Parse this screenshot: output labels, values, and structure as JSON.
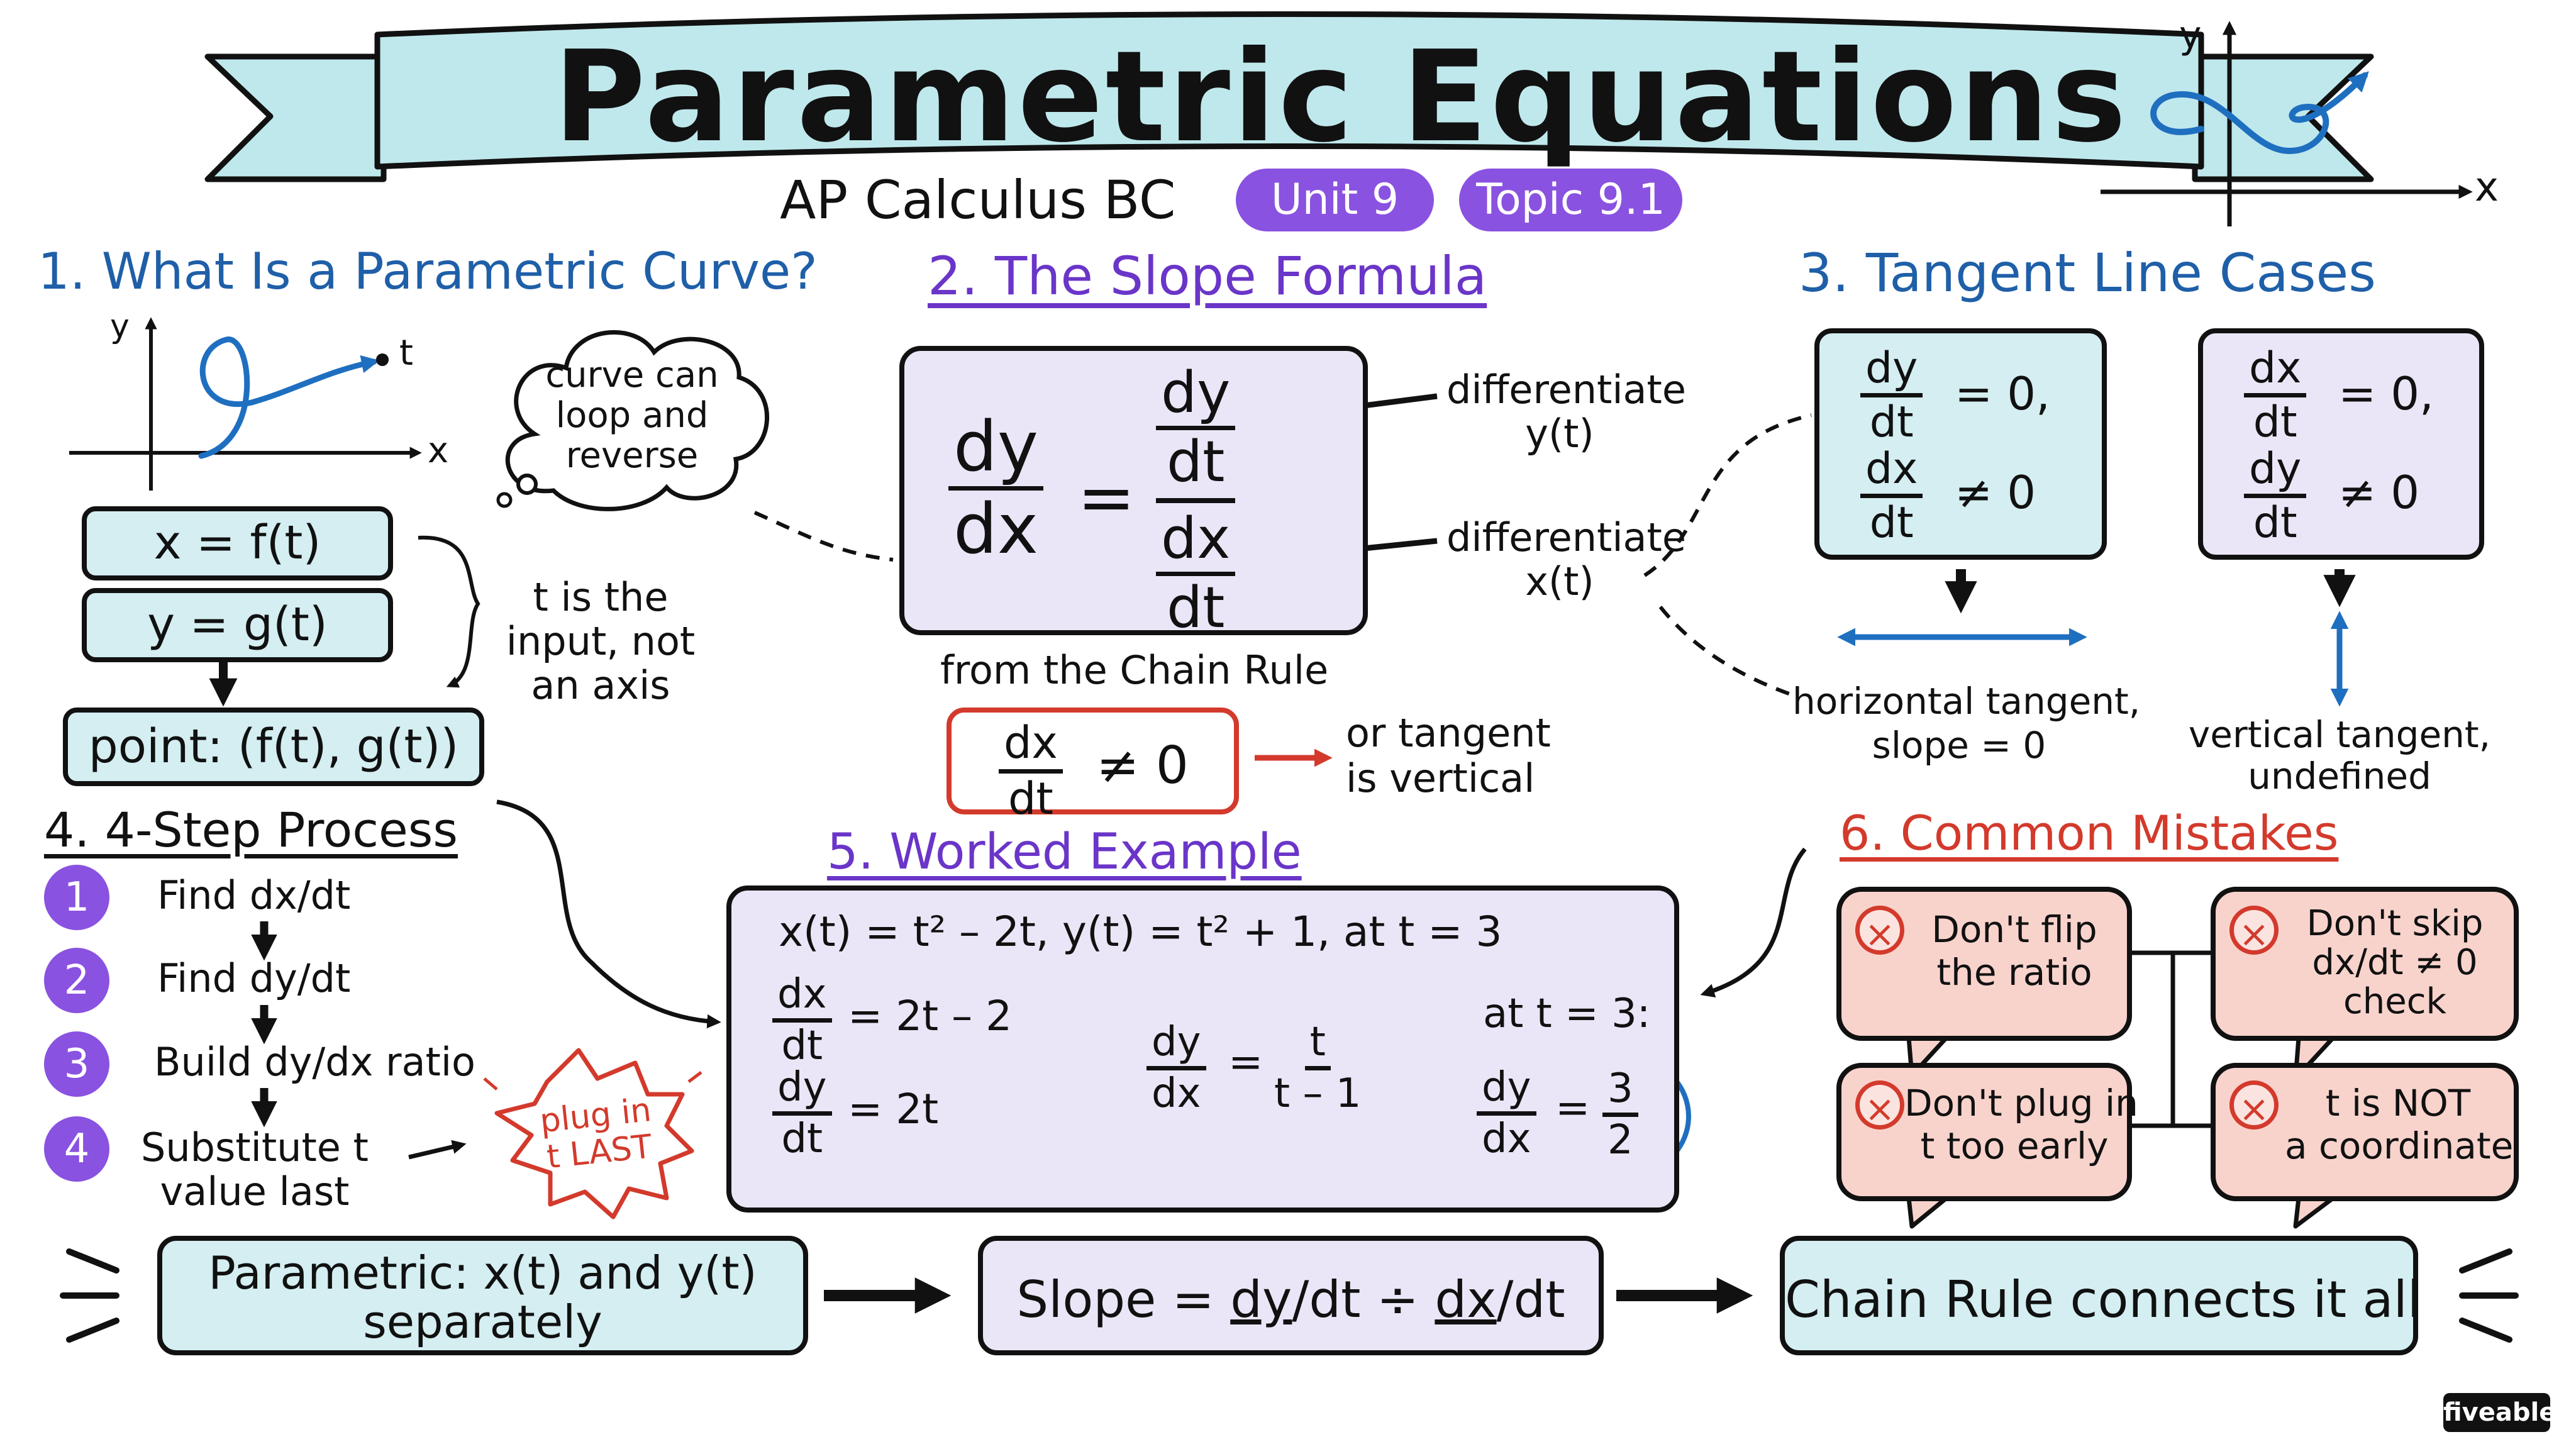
{
  "title": "Parametric Equations",
  "course": "AP Calculus BC",
  "unit_badge": "Unit 9",
  "topic_badge": "Topic 9.1",
  "colors": {
    "accent_blue": "#1f5fa8",
    "accent_purple": "#8a52e0",
    "accent_red": "#d33a2c",
    "box_blue": "#d4eef1",
    "box_purple": "#ebe6f7",
    "box_pink": "#f8d3cc"
  },
  "header_graph": {
    "y_label": "y",
    "x_label": "x"
  },
  "section1": {
    "heading": "1. What Is a Parametric Curve?",
    "graph_y_label": "y",
    "graph_x_label": "x",
    "graph_point_label": "t",
    "cloud_line1": "curve can",
    "cloud_line2": "loop and",
    "cloud_line3": "reverse",
    "eq_x": "x = f(t)",
    "eq_y": "y = g(t)",
    "note_line1": "t is the",
    "note_line2": "input, not",
    "note_line3": "an axis",
    "point": "point: (f(t), g(t))"
  },
  "section2": {
    "heading": "2. The Slope Formula",
    "lhs_num": "dy",
    "lhs_den": "dx",
    "equals": "=",
    "rhs_top_num": "dy",
    "rhs_top_den": "dt",
    "rhs_bot_num": "dx",
    "rhs_bot_den": "dt",
    "label_diff_y_line1": "differentiate",
    "label_diff_y_line2": "y(t)",
    "label_diff_x_line1": "differentiate",
    "label_diff_x_line2": "x(t)",
    "chain_rule_note": "from the Chain Rule",
    "cond_num": "dx",
    "cond_den": "dt",
    "cond_rel": "≠ 0",
    "cond_note_line1": "or tangent",
    "cond_note_line2": "is vertical"
  },
  "section3": {
    "heading": "3. Tangent Line Cases",
    "case1": {
      "a_num": "dy",
      "a_den": "dt",
      "a_rel": "= 0,",
      "b_num": "dx",
      "b_den": "dt",
      "b_rel": "≠ 0",
      "label_line1": "horizontal tangent,",
      "label_line2": "slope = 0"
    },
    "case2": {
      "a_num": "dx",
      "a_den": "dt",
      "a_rel": "= 0,",
      "b_num": "dy",
      "b_den": "dt",
      "b_rel": "≠ 0",
      "label_line1": "vertical tangent,",
      "label_line2": "undefined"
    }
  },
  "section4": {
    "heading": "4. 4-Step Process",
    "steps": [
      {
        "num": "1",
        "text": "Find dx/dt"
      },
      {
        "num": "2",
        "text": "Find dy/dt"
      },
      {
        "num": "3",
        "text": "Build dy/dx ratio"
      },
      {
        "num": "4",
        "text": "Substitute t",
        "text2": "value last"
      }
    ],
    "stamp_line1": "plug in",
    "stamp_line2": "t LAST"
  },
  "section5": {
    "heading": "5. Worked Example",
    "given": "x(t) = t² – 2t,   y(t) = t² + 1,    at t = 3",
    "dxdt_num": "dx",
    "dxdt_den": "dt",
    "dxdt_val": "= 2t – 2",
    "dydt_num": "dy",
    "dydt_den": "dt",
    "dydt_val": "= 2t",
    "ratio_num": "dy",
    "ratio_den": "dx",
    "ratio_eq": "=",
    "ratio_val_num": "t",
    "ratio_val_den": "t – 1",
    "at_label": "at t = 3:",
    "result_num": "dy",
    "result_den": "dx",
    "result_eq": "=",
    "answer_num": "3",
    "answer_den": "2"
  },
  "section6": {
    "heading": "6. Common Mistakes",
    "mistakes": [
      {
        "line1": "Don't flip",
        "line2": "the ratio"
      },
      {
        "line1": "Don't skip",
        "line2": "dx/dt ≠ 0",
        "line3": "check"
      },
      {
        "line1": "Don't plug in",
        "line2": "t too early"
      },
      {
        "line1": "t is NOT",
        "line2": "a coordinate"
      }
    ]
  },
  "summary": {
    "box1_line1": "Parametric: x(t) and y(t)",
    "box1_line2": "separately",
    "box2_prefix": "Slope = ",
    "box2_dy": "dy",
    "box2_dt1": "/dt ÷ ",
    "box2_dx": "dx",
    "box2_dt2": "/dt",
    "box3": "Chain Rule connects it all"
  },
  "brand": "fiveable"
}
